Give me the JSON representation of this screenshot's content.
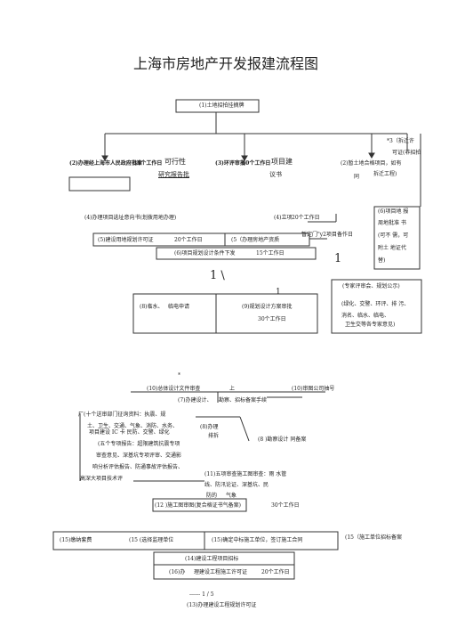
{
  "title": "上海市房地产开发报建流程图",
  "steps": {
    "s1": "(1)土地招拍挂摘牌",
    "s2a": "(2)办理经上海市人民政府批准",
    "s2a_days": "30个工作日",
    "s2a_feas": "可行性",
    "s2a_report": "研究报告批",
    "s3a": "(3)环评审批",
    "s3a_days": "60个工作日",
    "s3a_mid": "项目建",
    "s3a_book": "议书",
    "s2b": "(2)暂土地合格项目，如有",
    "s2b_tail": "同",
    "s2b_demo": "拆迁工程)",
    "s3b_1": "*3（拆迁许",
    "s3b_2": "可证(非招拍",
    "s4a": "(4)办理项目选址意向书(划拨用地办理)",
    "s4b": "(4)立项",
    "s4b_days": "20个工作日",
    "s5a": "(5)建设用地规划许可证",
    "s5a_days": "20个工作日",
    "s5b": "(5（办理房地产资质",
    "s6": "(6)项目规划设计条件下发",
    "s6_days": "15个工作日",
    "s6_side": "暂定门\"y2项目备作日",
    "s6b_1": "(6)项目地 报",
    "s6b_2": "周地批准 书",
    "s6b_3": "(可不 需，可",
    "s6b_4": "附土 地证代",
    "s6b_5": "替)",
    "s7_1": "(专家评审会、规划公示)",
    "s7_2": "(绿化、交警、环评、排 污、",
    "s7_3": "消名、临水、临电、",
    "s7_4": "卫生交等各专家意见)",
    "s8": "(8)临水、",
    "s8_b": "临电申请",
    "s9": "(9)规划设计方案审批",
    "s9_days": "30个工作日",
    "s10a": "(10)总体设计文件审查",
    "s10_mid": "上",
    "s10b": "(10)审图公司抽号",
    "s7c": "(7)办建设计、",
    "s7c_b": "勘察、招标备案手续",
    "s_left_1": "厂(十个送审部门征询资料：执震、规",
    "s_left_2": "土、卫生、交通、气象、消防、水务、",
    "s_left_3": "项目建设 IC 卡 民防、交警、绿化",
    "s_left_3b": "(8)办理",
    "s_left_3c": "排拆",
    "s_left_4": "(五个专项报告：超限建筑抗震专项",
    "s_left_5": "审查意见、深基坑专项评审、交通影",
    "s_left_6": "响分析评估报告、防通事故评估报告、",
    "s_left_7": "高深大项目技术评",
    "s8b": "(8 )勘察设计 同备案",
    "s11_1": "(11)五项审查施工图审查：雨 水管",
    "s11_2": "线、防汛论证、深基坑、民",
    "s11_3": "防的",
    "s11_4": "气象",
    "s12": "(12 )施工图审图(复合格证书气备案)",
    "s12_days": "30个工作日",
    "s15a": "(15)缴纳套费",
    "s15b": "(15 (选择监理单位",
    "s15c": "(15)确定中标施工单位，签订施工合同",
    "s15d": "(15（施工单位招标备案",
    "s14": "(14)建设工程项目招标",
    "s16": "(16)办",
    "s16_mid": "理建设工程施工许可证",
    "s16_days": "20个工作日",
    "page_marker": "------ 1  /  5",
    "s13": "(13)办理建设工程规划许可证",
    "mark_star": "*",
    "mark_one": "1",
    "mark_one_small": "1",
    "mark_slash": "1 \\"
  }
}
